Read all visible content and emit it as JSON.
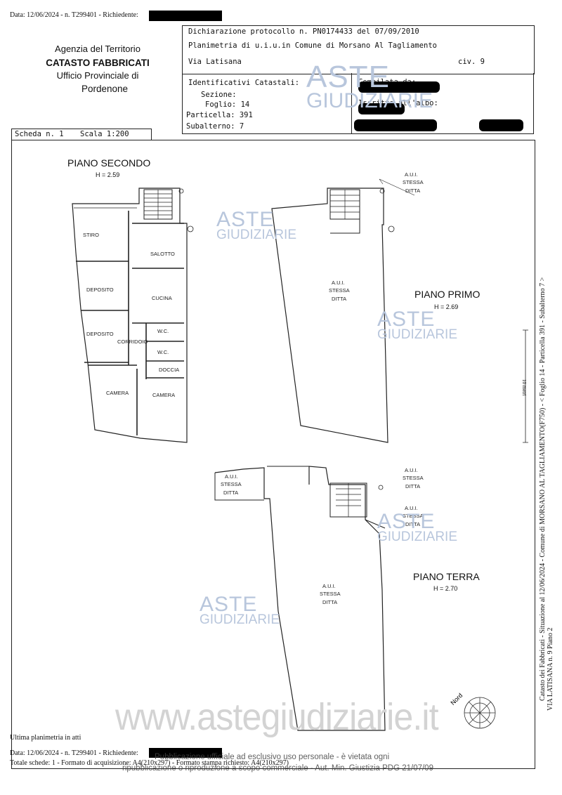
{
  "header": {
    "top_line": "Data: 12/06/2024 - n. T299401 - Richiedente:",
    "agency": {
      "line1": "Agenzia del Territorio",
      "line2": "CATASTO FABBRICATI",
      "line3": "Ufficio Provinciale di",
      "line4": "Pordenone"
    },
    "declaration": "Dichiarazione protocollo n. PN0174433 del  07/09/2010",
    "planimetria": "Planimetria di u.i.u.in Comune di Morsano Al Tagliamento",
    "address": "Via Latisana",
    "civ": "civ. 9",
    "identificativi": {
      "title": "Identificativi Catastali:",
      "sezione": "Sezione:",
      "foglio": "Foglio: 14",
      "particella": "Particella: 391",
      "subalterno": "Subalterno: 7"
    },
    "compilata": "Compilata da:",
    "iscritto": "Iscritto all'albo:",
    "scheda": "Scheda n. 1",
    "scala": "Scala 1:200"
  },
  "plan": {
    "secondo": {
      "title": "PIANO SECONDO",
      "height": "H = 2.59"
    },
    "primo": {
      "title": "PIANO PRIMO",
      "height": "H = 2.69"
    },
    "terra": {
      "title": "PIANO TERRA",
      "height": "H = 2.70"
    },
    "rooms": {
      "stiro": "STIRO",
      "salotto": "SALOTTO",
      "deposito": "DEPOSITO",
      "cucina": "CUCINA",
      "wc": "W.C.",
      "corridoio": "CORRIDOIO",
      "doccia": "DOCCIA",
      "camera": "CAMERA",
      "aui": "A.U.I.",
      "stessa": "STESSA",
      "ditta": "DITTA"
    },
    "nord": "Nord",
    "scale_mark": "10 metri"
  },
  "side_text": {
    "line1": "Catasto dei Fabbricati - Situazione al 12/06/2024 - Comune di MORSANO AL TAGLIAMENTO(F750) - < Foglio 14 - Particella 391 - Subalterno 7 >",
    "line2": "VIA LATISANA n. 9 Piano 2"
  },
  "watermark": {
    "brand_top": "ASTE",
    "brand_bottom": "GIUDIZIARIE",
    "site": "www.astegiudiziarie.it",
    "notice1": "Pubblicazione ufficiale ad esclusivo uso personale - è vietata ogni",
    "notice2": "ripubblicazione o riproduzione a scopo commerciale - Aut. Min. Giustizia PDG 21/07/09"
  },
  "footer": {
    "ultima": "Ultima planimetria in atti",
    "line1": "Data: 12/06/2024 - n. T299401 - Richiedente:",
    "line2": "Totale schede: 1 - Formato di acquisizione: A4(210x297) - Formato stampa richiesto: A4(210x297)"
  },
  "colors": {
    "watermark": "#b8c6dc",
    "ink": "#111111",
    "redaction": "#000000"
  }
}
